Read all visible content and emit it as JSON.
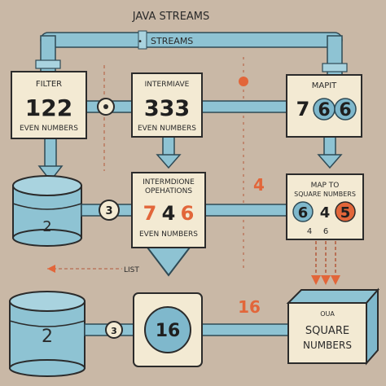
{
  "title": "JAVA STREAMS",
  "pipe_label": "STREAMS",
  "filter_box": {
    "title": "FILTER",
    "digits": "122",
    "caption": "EVEN NUMBERS"
  },
  "intermediate_box": {
    "title": "INTERMIAVE",
    "digits": "333",
    "caption": "EVEN NUMBERS"
  },
  "map_top_box": {
    "title": "MAPIT",
    "digits": [
      "7",
      "6",
      "6"
    ]
  },
  "operations_box": {
    "title_line1": "INTERMDIONE",
    "title_line2": "OPEHATIONS",
    "digits": [
      "7",
      "4",
      "6"
    ],
    "caption": "EVEN NUMBERS"
  },
  "map_square_box": {
    "title_line1": "MAP TO",
    "title_line2": "SQUARE NUMBERS",
    "digits": [
      "6",
      "4",
      "5"
    ],
    "sub_digits": [
      "4",
      "6"
    ]
  },
  "result_box": {
    "small_text": "OUA",
    "line1": "SQUARE",
    "line2": "NUMBERS"
  },
  "tank_upper_value": "2",
  "tank_lower_value": "2",
  "center_circle_value": "16",
  "node_3_upper": "3",
  "node_3_lower": "3",
  "orange_4": "4",
  "orange_16": "16",
  "list_label": "LIST",
  "colors": {
    "background": "#c9b8a6",
    "pipe": "#8ec3d3",
    "pipe_edge": "#2f4a55",
    "box": "#f3ead3",
    "outline": "#2b2b2b",
    "accent_orange": "#e2663a",
    "accent_blue": "#3d6f86",
    "circle_blue": "#7fb8cc"
  }
}
